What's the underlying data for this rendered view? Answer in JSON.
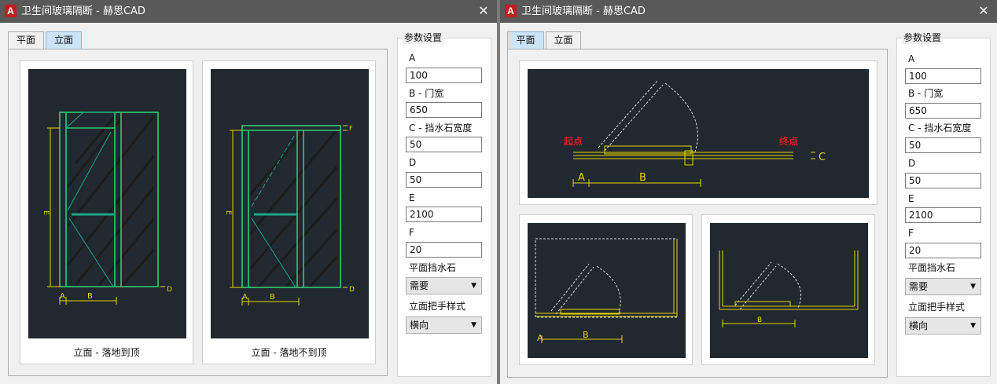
{
  "colors": {
    "titlebar": "#595959",
    "cad_bg": "#212830",
    "glass_green": "#2ecc71",
    "dim_yellow": "#e6d400",
    "label_red": "#d02020"
  },
  "win1": {
    "title": "卫生间玻璃隔断 - 赫思CAD",
    "close": "✕",
    "tabs": [
      "平面",
      "立面"
    ],
    "captions": [
      "立面 - 落地到顶",
      "立面 - 落地不到顶"
    ]
  },
  "win2": {
    "title": "卫生间玻璃隔断 - 赫思CAD",
    "close": "✕",
    "tabs": [
      "平面",
      "立面"
    ],
    "cad_labels": {
      "start": "起点",
      "end": "终点",
      "a": "A",
      "b": "B",
      "c": "C"
    }
  },
  "cad_letters": {
    "a": "A",
    "b": "B",
    "d": "D",
    "e": "E",
    "f": "F"
  },
  "params": {
    "title": "参数设置",
    "a_label": "A",
    "a_value": "100",
    "b_label": "B - 门宽",
    "b_value": "650",
    "c_label": "C - 挡水石宽度",
    "c_value": "50",
    "d_label": "D",
    "d_value": "50",
    "e_label": "E",
    "e_value": "2100",
    "f_label": "F",
    "f_value": "20",
    "plan_stone_label": "平面挡水石",
    "plan_stone_value": "需要",
    "handle_label": "立面把手样式",
    "handle_value": "横向"
  }
}
